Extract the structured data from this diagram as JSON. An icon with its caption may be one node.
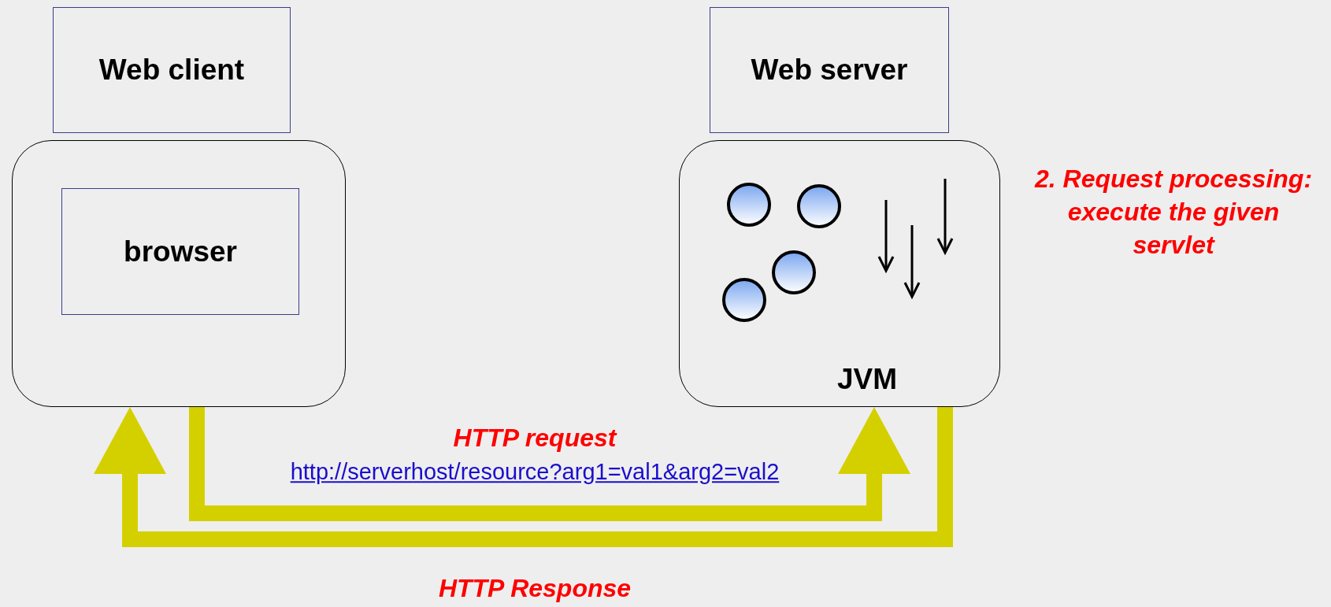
{
  "diagram": {
    "nodes": [
      {
        "text": [
          "Web client"
        ]
      },
      {
        "text": [],
        "shape": "box"
      },
      {
        "text": [
          "browser"
        ],
        "in": 1
      },
      {
        "text": [
          "Web server"
        ]
      },
      {
        "text": [
          "JVM"
        ]
      }
    ],
    "edges": [
      {
        "from": 1,
        "to": 4,
        "arrow": "to",
        "label": "HTTP request",
        "color": "#d4d000"
      },
      {
        "from": 4,
        "to": 1,
        "arrow": "to",
        "label": "HTTP Response",
        "color": "#d4d000"
      }
    ],
    "labels": [
      "2. Request processing: execute the given servlet",
      "http://serverhost/resource?arg1=val1&arg2=val2"
    ]
  }
}
